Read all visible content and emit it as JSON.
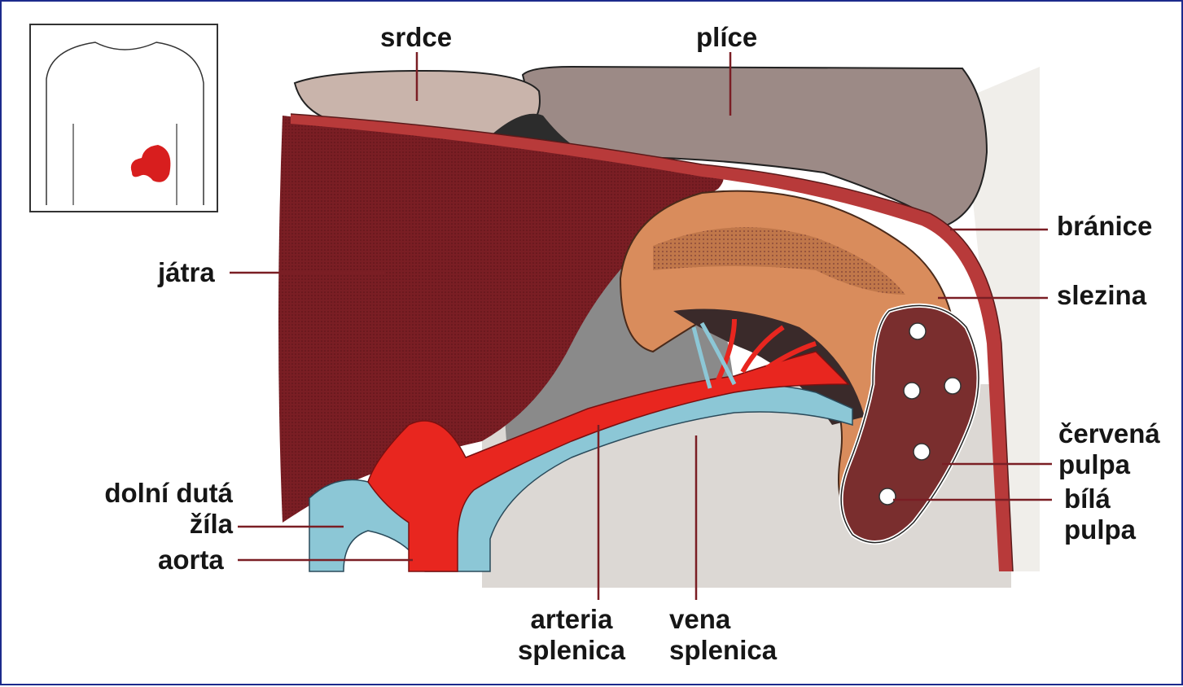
{
  "labels": {
    "heart": "srdce",
    "lungs": "plíce",
    "diaphragm": "bránice",
    "liver": "játra",
    "spleen": "slezina",
    "red_pulp": [
      "červená",
      "pulpa"
    ],
    "white_pulp": [
      "bílá",
      "pulpa"
    ],
    "vena_cava": [
      "dolní dutá",
      "žíla"
    ],
    "aorta": "aorta",
    "splenic_artery": [
      "arteria",
      "splenica"
    ],
    "splenic_vein": [
      "vena",
      "splenica"
    ]
  },
  "colors": {
    "frame": "#1c2a8c",
    "liver": "#7a1e24",
    "spleen": "#d98c5c",
    "artery": "#e8261f",
    "vein": "#8cc7d6",
    "lung": "#9c8a86",
    "heart": "#c9b4ab",
    "diaphragm": "#b83a3a",
    "pulp": "#7a2e2e",
    "leader": "#7a1e24"
  }
}
